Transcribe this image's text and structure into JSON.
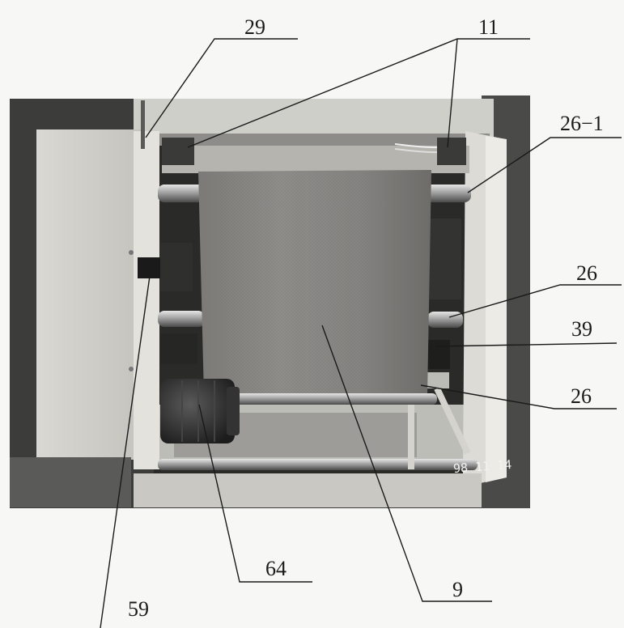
{
  "figure": {
    "photo_date_stamp": "98  11  14",
    "callouts": [
      {
        "id": "c29",
        "label": "29"
      },
      {
        "id": "c11",
        "label": "11"
      },
      {
        "id": "c26-1",
        "label": "26−1"
      },
      {
        "id": "c26a",
        "label": "26"
      },
      {
        "id": "c39",
        "label": "39"
      },
      {
        "id": "c26b",
        "label": "26"
      },
      {
        "id": "c9",
        "label": "9"
      },
      {
        "id": "c64",
        "label": "64"
      },
      {
        "id": "c59",
        "label": "59"
      }
    ]
  }
}
